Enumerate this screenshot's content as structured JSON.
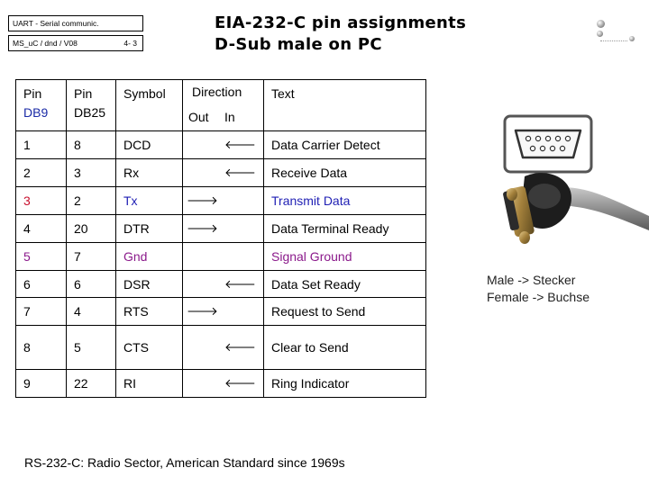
{
  "header": {
    "course": "UART - Serial communic.",
    "code": "MS_uC / dnd / V08",
    "page": "4- 3"
  },
  "title": {
    "line1": "EIA-232-C pin assignments",
    "line2": "D-Sub  male on PC"
  },
  "table": {
    "headers": {
      "pin9": "Pin",
      "pin9_sub": "DB9",
      "pin25": "Pin",
      "pin25_sub": "DB25",
      "symbol": "Symbol",
      "direction": "Direction",
      "out": "Out",
      "in": "In",
      "text": "Text"
    },
    "rows": [
      {
        "db9": "1",
        "db25": "8",
        "symbol": "DCD",
        "direction": "in",
        "text": "Data Carrier Detect"
      },
      {
        "db9": "2",
        "db25": "3",
        "symbol": "Rx",
        "direction": "in",
        "text": "Receive Data"
      },
      {
        "db9": "3",
        "db25": "2",
        "symbol": "Tx",
        "direction": "out",
        "text": "Transmit Data"
      },
      {
        "db9": "4",
        "db25": "20",
        "symbol": "DTR",
        "direction": "out",
        "text": "Data Terminal Ready"
      },
      {
        "db9": "5",
        "db25": "7",
        "symbol": "Gnd",
        "direction": "",
        "text": "Signal Ground"
      },
      {
        "db9": "6",
        "db25": "6",
        "symbol": "DSR",
        "direction": "in",
        "text": "Data Set Ready"
      },
      {
        "db9": "7",
        "db25": "4",
        "symbol": "RTS",
        "direction": "out",
        "text": "Request to Send"
      },
      {
        "db9": "8",
        "db25": "5",
        "symbol": "CTS",
        "direction": "in",
        "text": "Clear to Send"
      },
      {
        "db9": "9",
        "db25": "22",
        "symbol": "RI",
        "direction": "in",
        "text": "Ring Indicator"
      }
    ],
    "arrows": {
      "in": "🡐",
      "out": "🡒"
    }
  },
  "note": {
    "male": "Male    -> Stecker",
    "female": "Female -> Buchse"
  },
  "footer": "RS-232-C: Radio Sector, American Standard since 1969s",
  "colors": {
    "red": "#c8102e",
    "blue": "#1f1fb4",
    "purple": "#8b1a8b",
    "dark_blue": "#1a2aa6"
  }
}
